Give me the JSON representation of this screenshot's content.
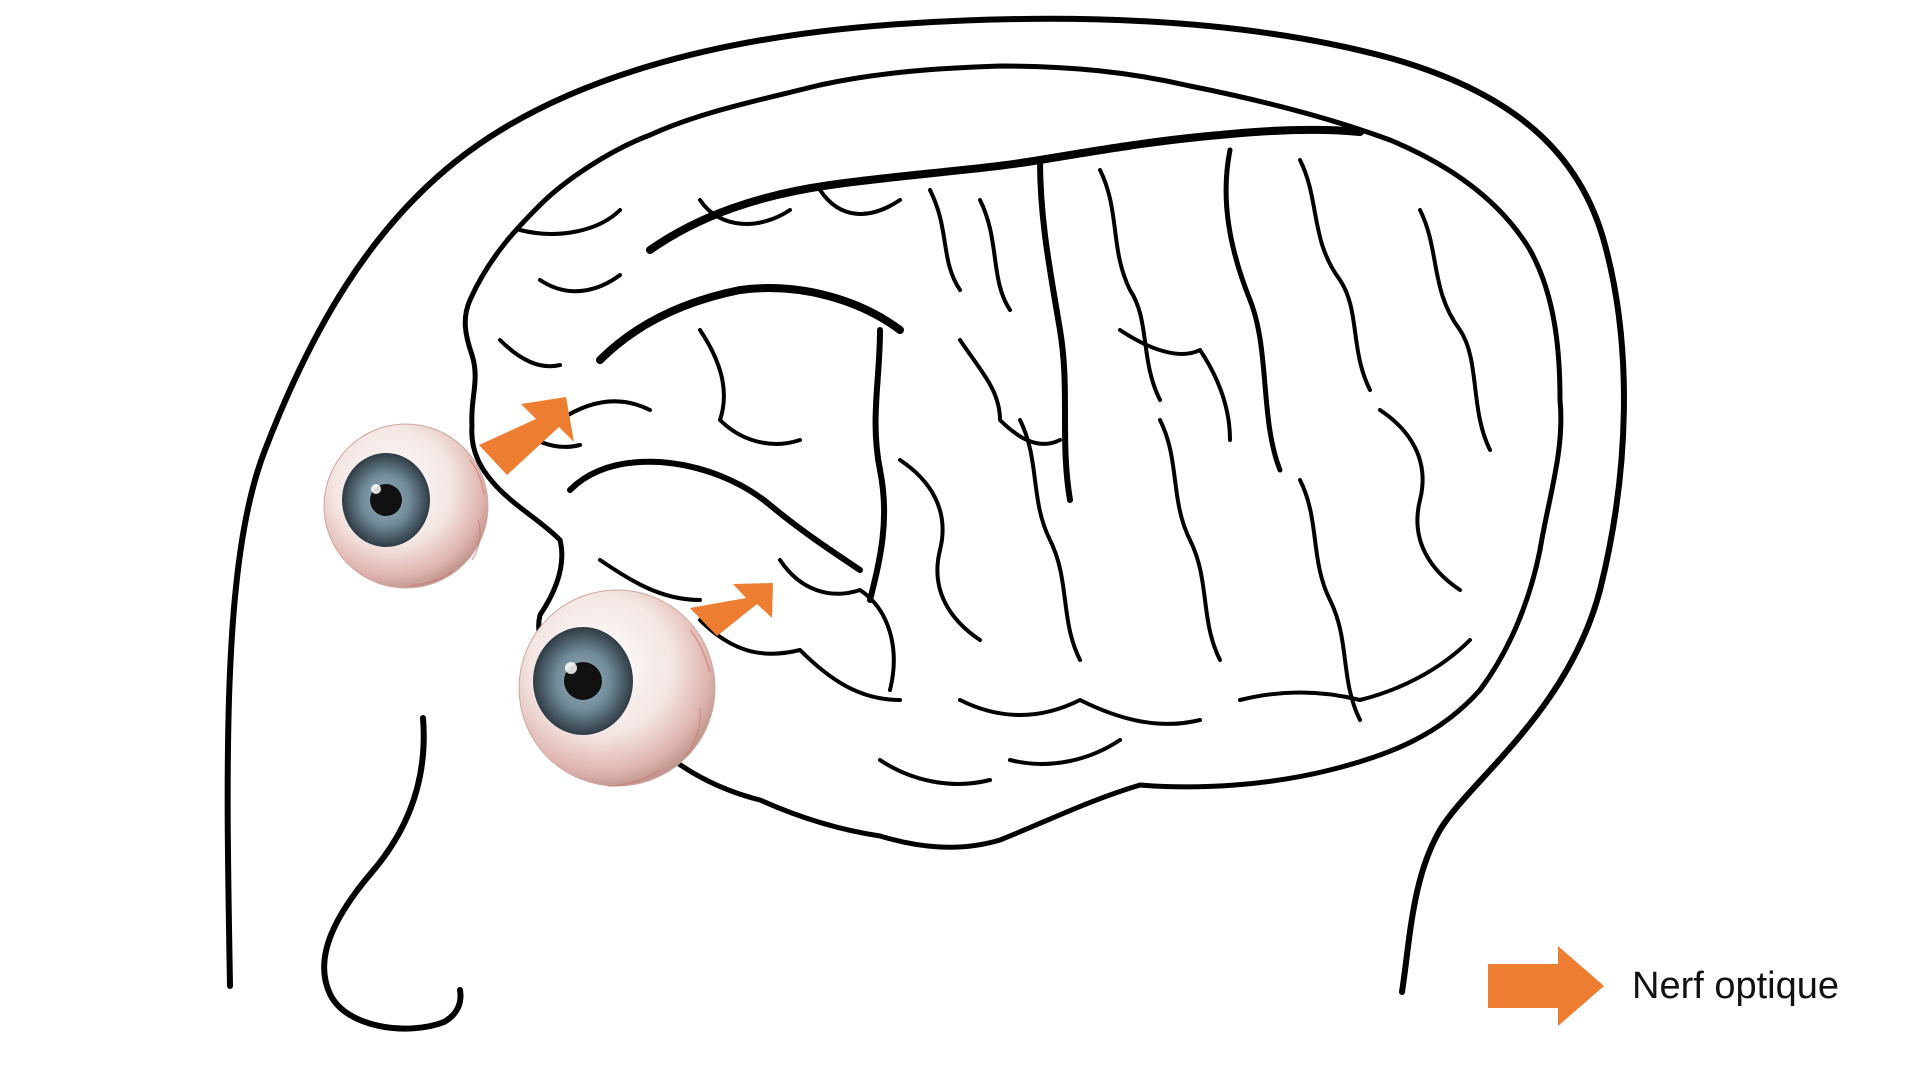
{
  "diagram": {
    "legend": {
      "label": "Nerf optique",
      "symbol": "orange-arrow-icon"
    },
    "colors": {
      "arrow": "#ED7D31",
      "outline": "#000000",
      "background": "#FFFFFF",
      "iris": "#6E8796",
      "pupil": "#111111",
      "sclera": "#F4E8E6"
    },
    "elements": [
      "head-outline",
      "brain",
      "left-eye",
      "right-eye",
      "optic-nerve-arrow-upper",
      "optic-nerve-arrow-lower"
    ]
  }
}
